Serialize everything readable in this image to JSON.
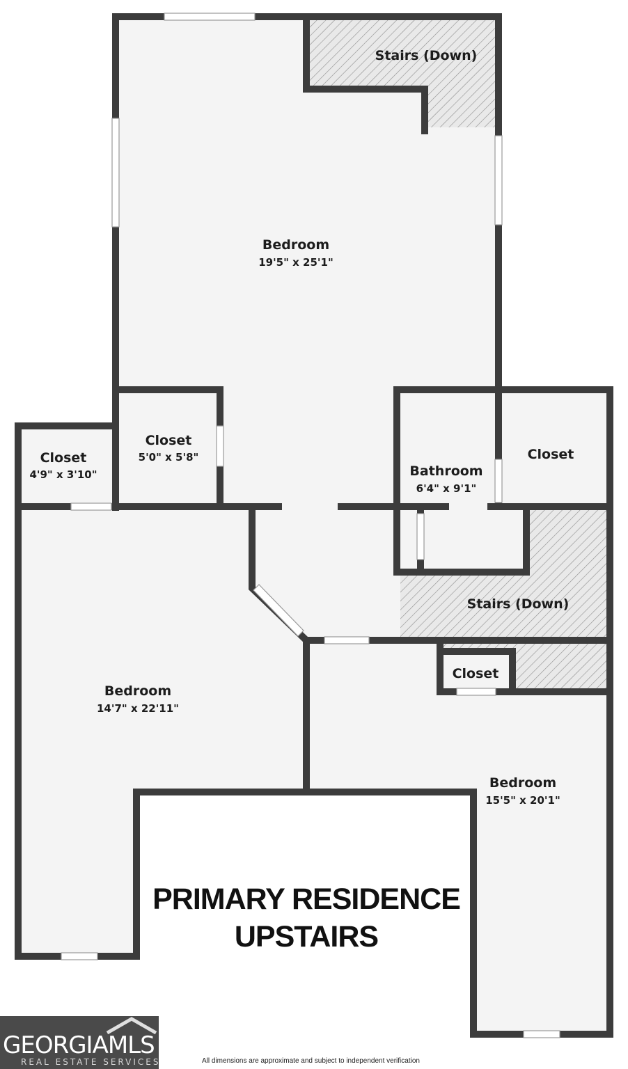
{
  "rooms": {
    "bedroom_top": {
      "name": "Bedroom",
      "dims": "19'5\" x 25'1\""
    },
    "stairs_top": {
      "name": "Stairs (Down)"
    },
    "closet_left": {
      "name": "Closet",
      "dims": "4'9\" x 3'10\""
    },
    "closet_mid": {
      "name": "Closet",
      "dims": "5'0\" x 5'8\""
    },
    "bathroom": {
      "name": "Bathroom",
      "dims": "6'4\" x 9'1\""
    },
    "closet_right": {
      "name": "Closet"
    },
    "stairs_mid": {
      "name": "Stairs (Down)"
    },
    "closet_small": {
      "name": "Closet"
    },
    "bedroom_left": {
      "name": "Bedroom",
      "dims": "14'7\" x 22'11\""
    },
    "bedroom_right": {
      "name": "Bedroom",
      "dims": "15'5\" x 20'1\""
    }
  },
  "title": {
    "line1": "PRIMARY RESIDENCE",
    "line2": "UPSTAIRS"
  },
  "logo": {
    "main": "GEORGIAMLS",
    "sub": "REAL ESTATE SERVICES"
  },
  "footnote": "All dimensions are approximate and subject to independent verification",
  "colors": {
    "wall": "#3c3c3c",
    "floor": "#f4f4f4",
    "hatch": "#9a9a9a"
  }
}
